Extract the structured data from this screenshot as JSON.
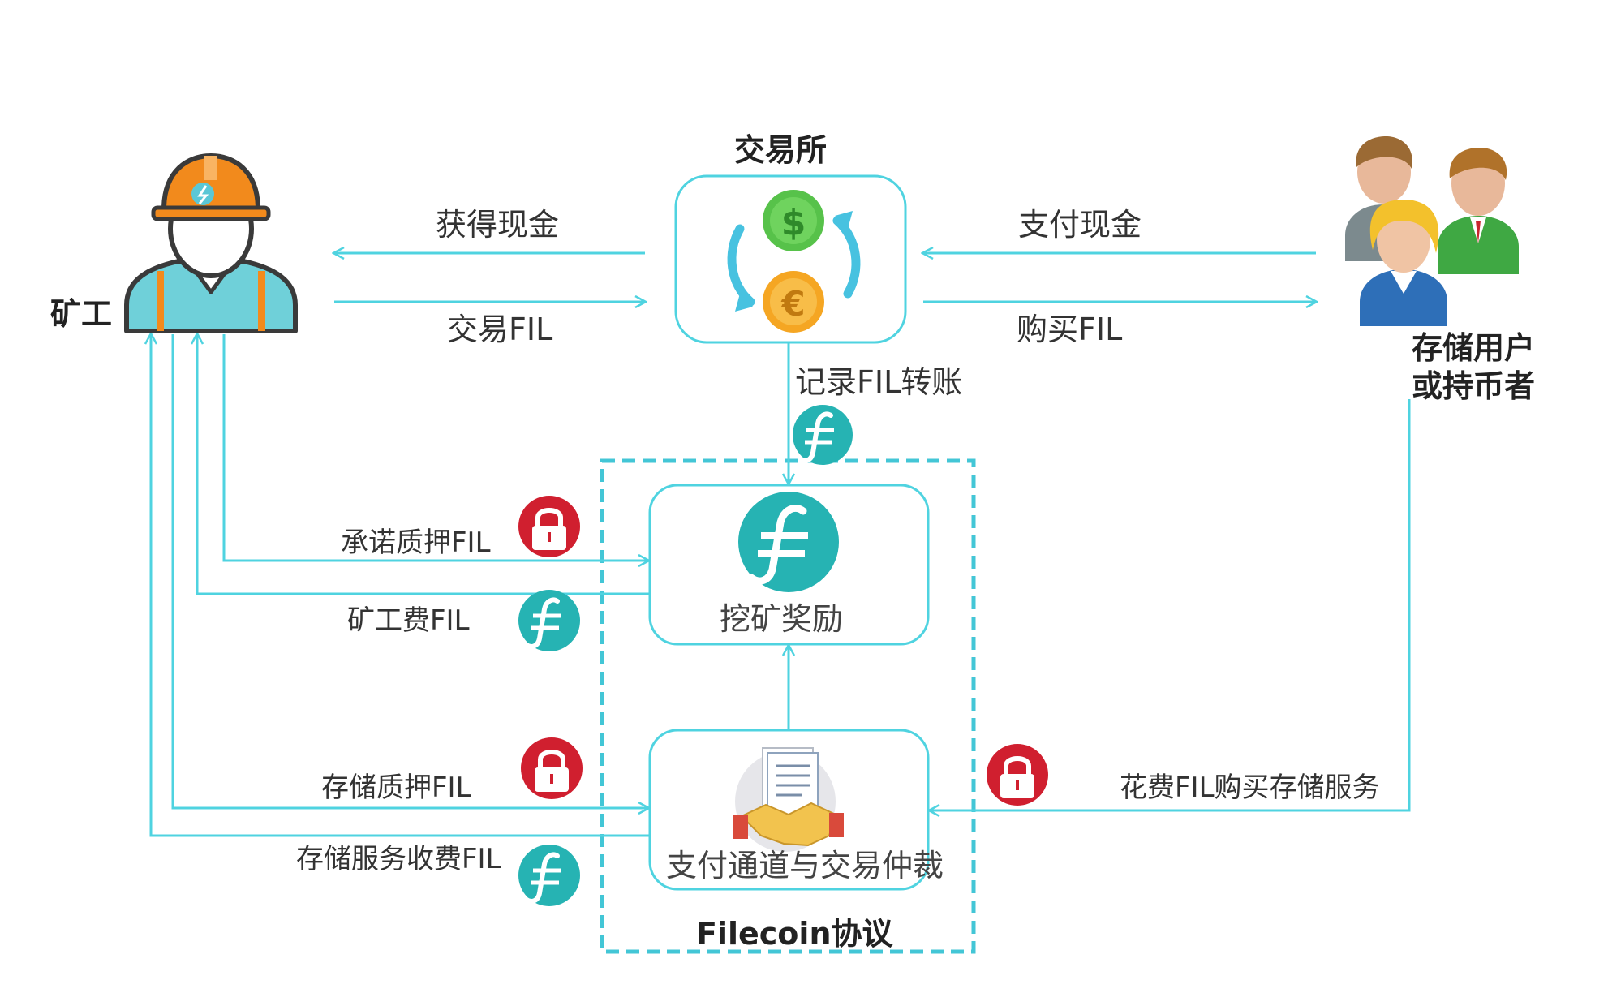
{
  "actors": {
    "miner": "矿工",
    "user_line1": "存储用户",
    "user_line2": "或持币者"
  },
  "exchange": {
    "title": "交易所"
  },
  "flows": {
    "get_cash": "获得现金",
    "trade_fil": "交易FIL",
    "pay_cash": "支付现金",
    "buy_fil": "购买FIL",
    "record_transfer": "记录FIL转账",
    "pledge_commit": "承诺质押FIL",
    "miner_fee": "矿工费FIL",
    "storage_pledge": "存储质押FIL",
    "storage_service_fee": "存储服务收费FIL",
    "spend_storage": "花费FIL购买存储服务"
  },
  "boxes": {
    "mining_reward": "挖矿奖励",
    "payment_channel": "支付通道与交易仲裁"
  },
  "protocol": {
    "title": "Filecoin协议"
  },
  "colors": {
    "line": "#4fd3e0",
    "fil_badge": "#26b3b3",
    "lock": "#d01f2f",
    "dollar_coin": "#57c24a",
    "euro_coin": "#f5a623",
    "helmet": "#f28a1c"
  }
}
